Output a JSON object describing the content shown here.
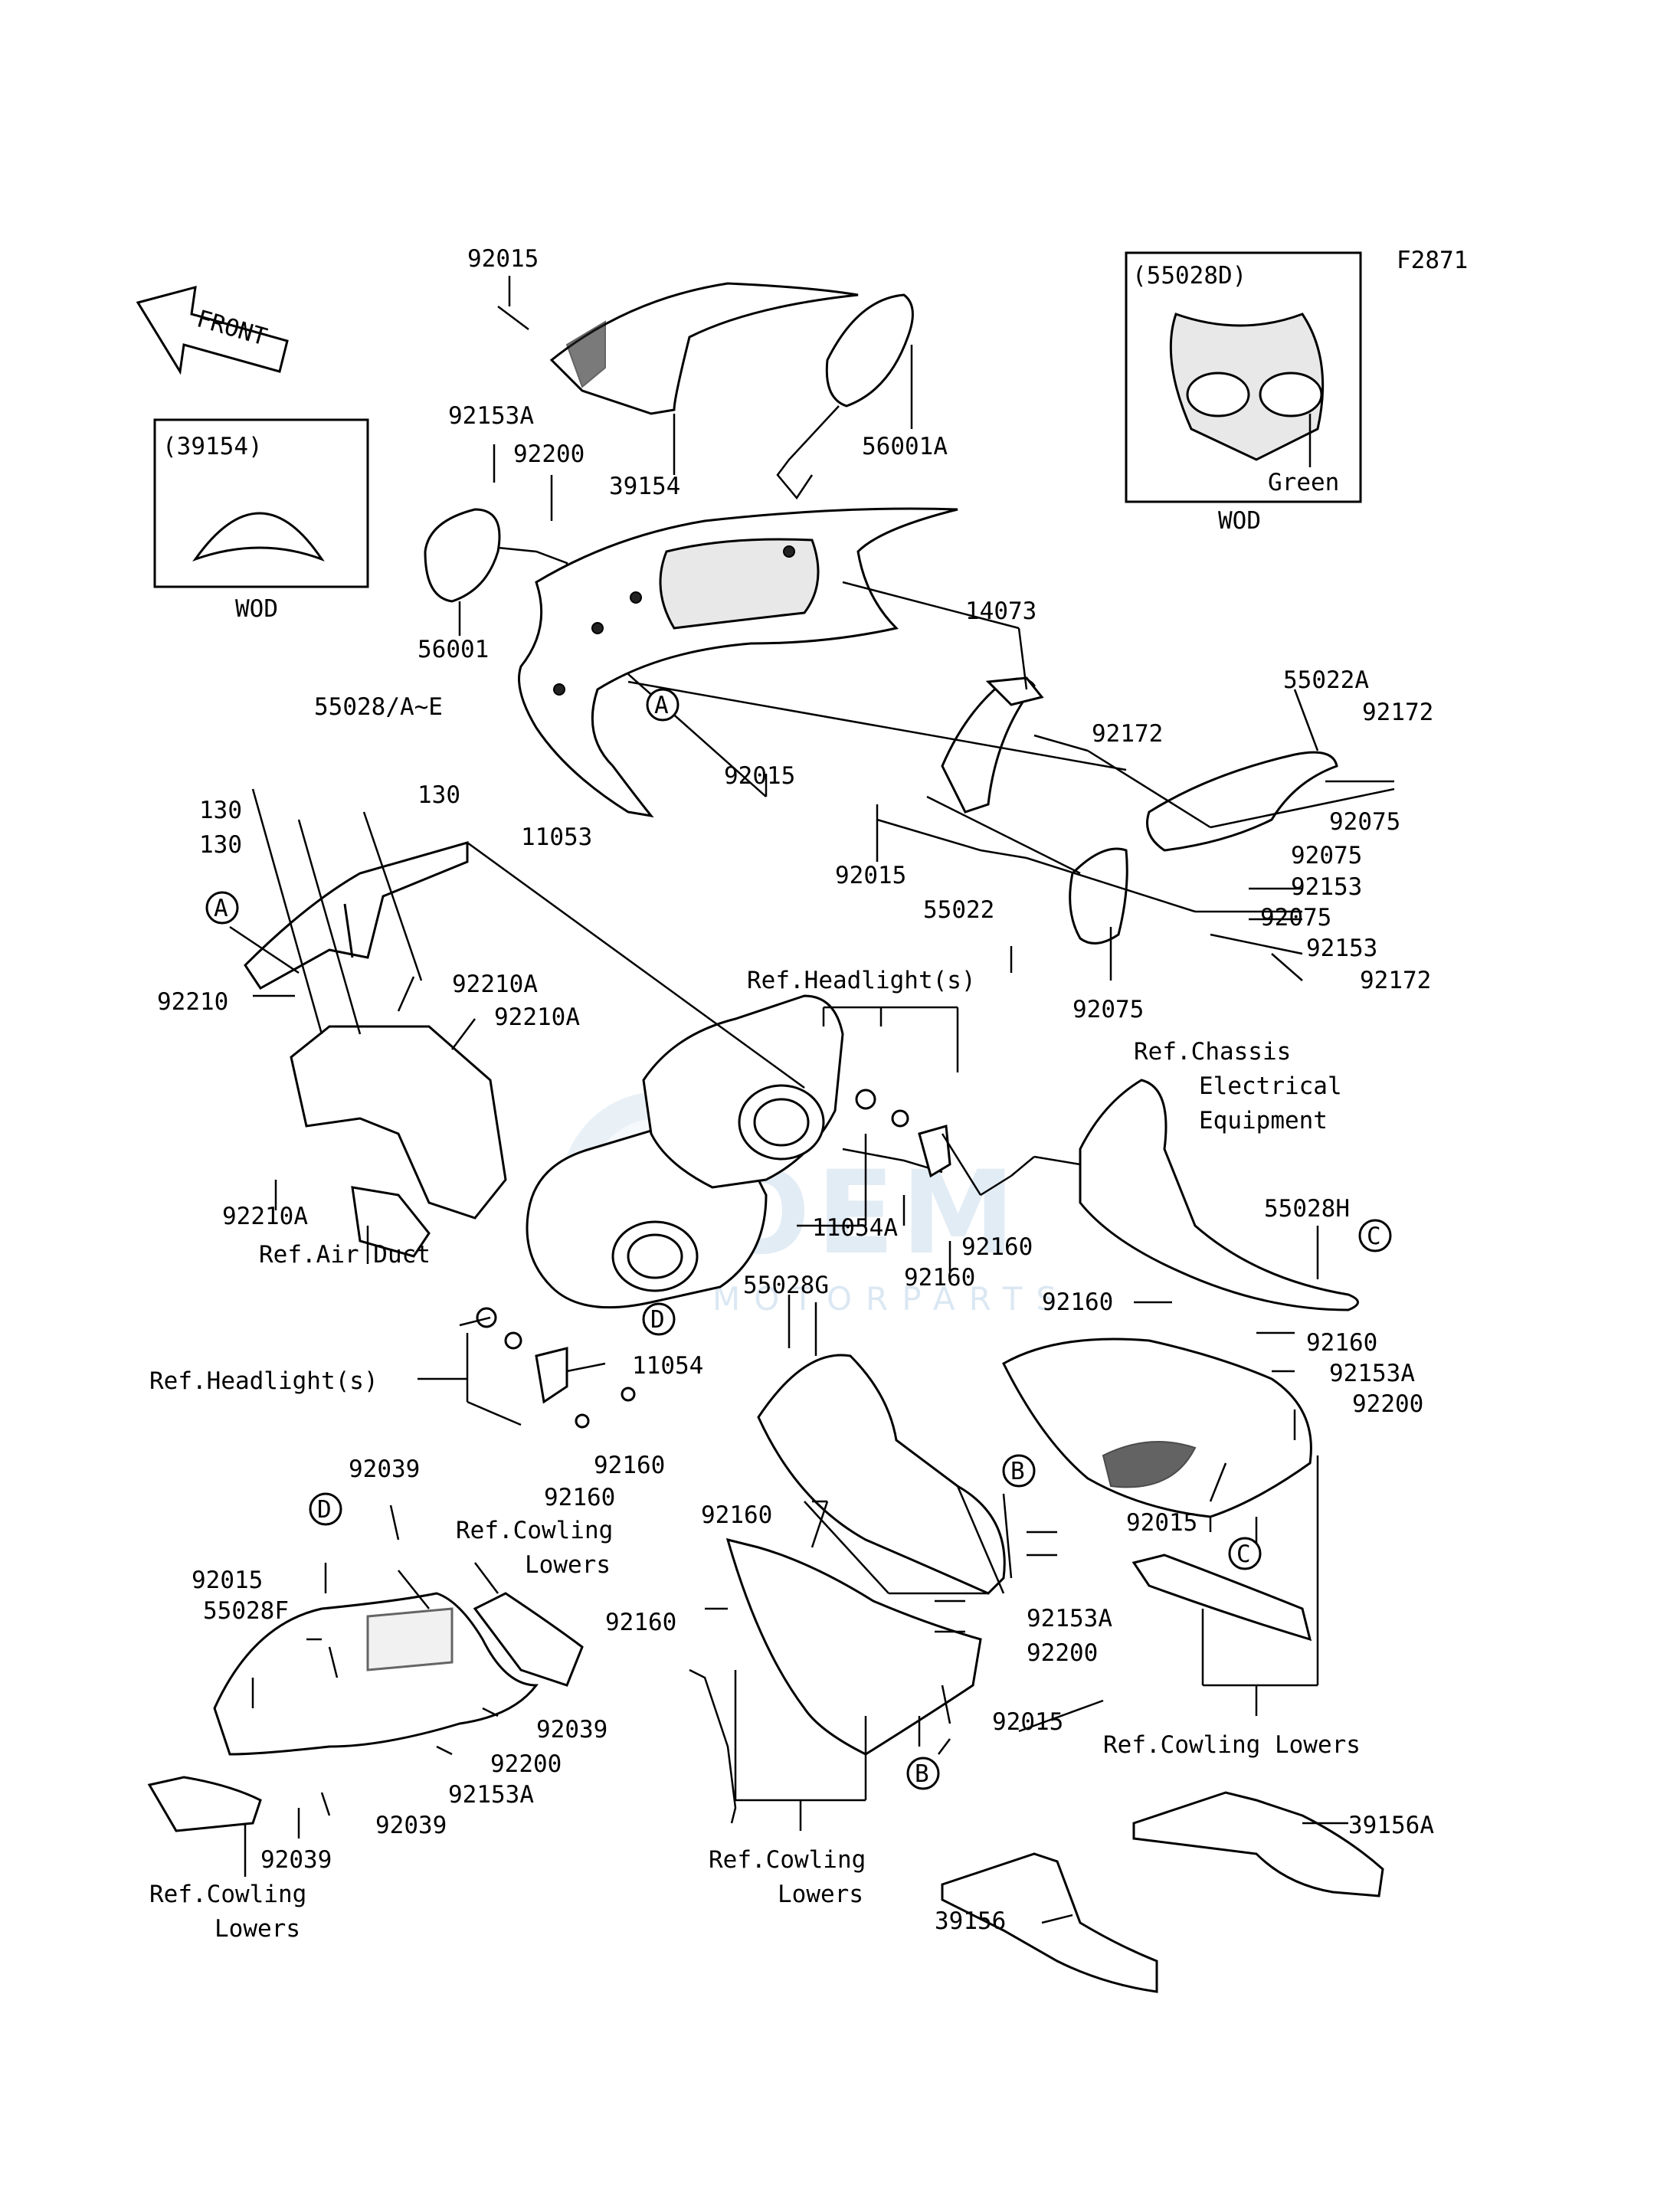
{
  "figure_code": "F2871",
  "front_label": "FRONT",
  "watermark": {
    "brand": "OEM",
    "subtitle": "MOTORPARTS"
  },
  "inset_left": {
    "title": "(39154)",
    "caption": "WOD"
  },
  "inset_right": {
    "title": "(55028D)",
    "color": "Green",
    "caption": "WOD"
  },
  "callouts": [
    "A",
    "B",
    "C",
    "D"
  ],
  "labels": {
    "p92015_top": "92015",
    "p92153A_top": "92153A",
    "p92200_top": "92200",
    "p39154": "39154",
    "p56001A": "56001A",
    "p56001": "56001",
    "p55028AE": "55028/A~E",
    "p14073": "14073",
    "p55022A": "55022A",
    "p92172_a": "92172",
    "p92172_b": "92172",
    "p92015_mid1": "92015",
    "p92015_mid2": "92015",
    "p92075_a": "92075",
    "p92075_b": "92075",
    "p92153_a": "92153",
    "p92075_c": "92075",
    "p92153_b": "92153",
    "p92172_c": "92172",
    "p55022": "55022",
    "p92075_d": "92075",
    "p130_a": "130",
    "p130_b": "130",
    "p130_c": "130",
    "p11053": "11053",
    "p92210": "92210",
    "p92210A_a": "92210A",
    "p92210A_b": "92210A",
    "p92210A_c": "92210A",
    "ref_headlight_top": "Ref.Headlight(s)",
    "ref_chassis_1": "Ref.Chassis",
    "ref_chassis_2": "Electrical",
    "ref_chassis_3": "Equipment",
    "ref_air_duct": "Ref.Air Duct",
    "p11054A": "11054A",
    "p92160_a": "92160",
    "p92160_b": "92160",
    "p55028H": "55028H",
    "p55028G": "55028G",
    "p92160_c": "92160",
    "p92160_d": "92160",
    "p92153A_r": "92153A",
    "p92200_r": "92200",
    "ref_headlight_bot": "Ref.Headlight(s)",
    "p11054": "11054",
    "p92160_e": "92160",
    "p92160_f": "92160",
    "p92039_a": "92039",
    "ref_cowl_1a": "Ref.Cowling",
    "ref_cowl_1b": "Lowers",
    "p92015_lw": "92015",
    "p55028F": "55028F",
    "p92160_g": "92160",
    "p92015_r": "92015",
    "p92160_h": "92160",
    "p92153A_m": "92153A",
    "p92200_m": "92200",
    "p92039_b": "92039",
    "p92200_lw": "92200",
    "p92153A_lw": "92153A",
    "p92039_c": "92039",
    "p92039_d": "92039",
    "p92015_m": "92015",
    "ref_cowl_r": "Ref.Cowling Lowers",
    "ref_cowl_2a": "Ref.Cowling",
    "ref_cowl_2b": "Lowers",
    "ref_cowl_3a": "Ref.Cowling",
    "ref_cowl_3b": "Lowers",
    "p39156A": "39156A",
    "p39156": "39156"
  }
}
